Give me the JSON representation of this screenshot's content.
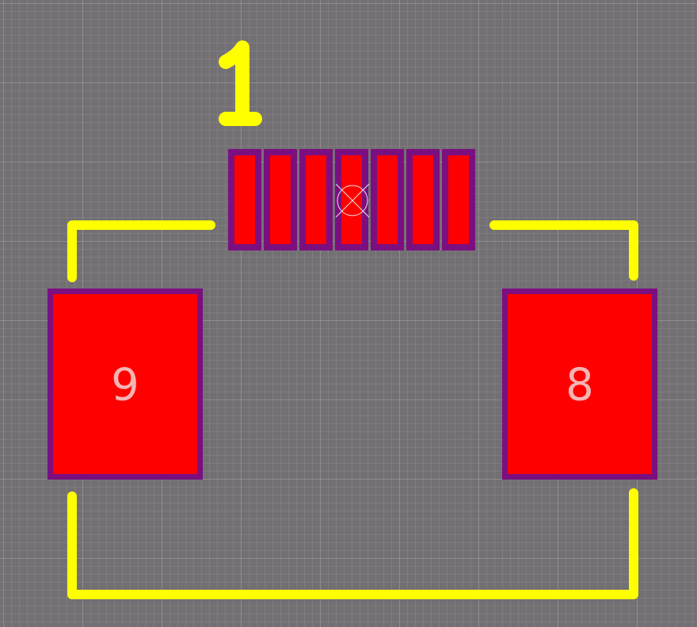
{
  "footprint": {
    "pin1_marker": "1",
    "signal_pad_count": 7,
    "large_pads": [
      {
        "id": "left",
        "label": "9"
      },
      {
        "id": "right",
        "label": "8"
      }
    ],
    "origin_marker_icon": "crosshair-icon"
  },
  "colors": {
    "background": "#737074",
    "grid_minor": "#8a878b",
    "grid_major": "#a9a6aa",
    "pad_fill": "#ff0000",
    "pad_mask": "#7b0f80",
    "silkscreen": "#ffff00",
    "pad_label": "#f5b4b4"
  }
}
